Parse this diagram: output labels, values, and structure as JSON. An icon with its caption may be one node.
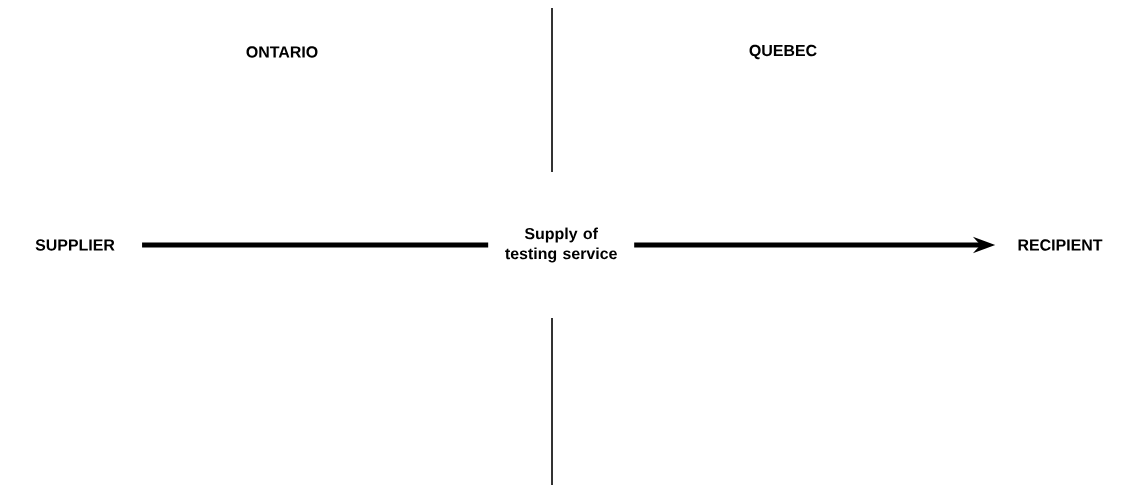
{
  "diagram": {
    "nodes": [
      {
        "text": [
          "SUPPLIER"
        ]
      },
      {
        "text": [
          "RECIPIENT"
        ]
      }
    ],
    "edges": [
      {
        "from": 0,
        "to": 1,
        "arrow": "to",
        "label": "Supply of testing service"
      }
    ],
    "labels": [
      "ONTARIO",
      "QUEBEC"
    ]
  }
}
